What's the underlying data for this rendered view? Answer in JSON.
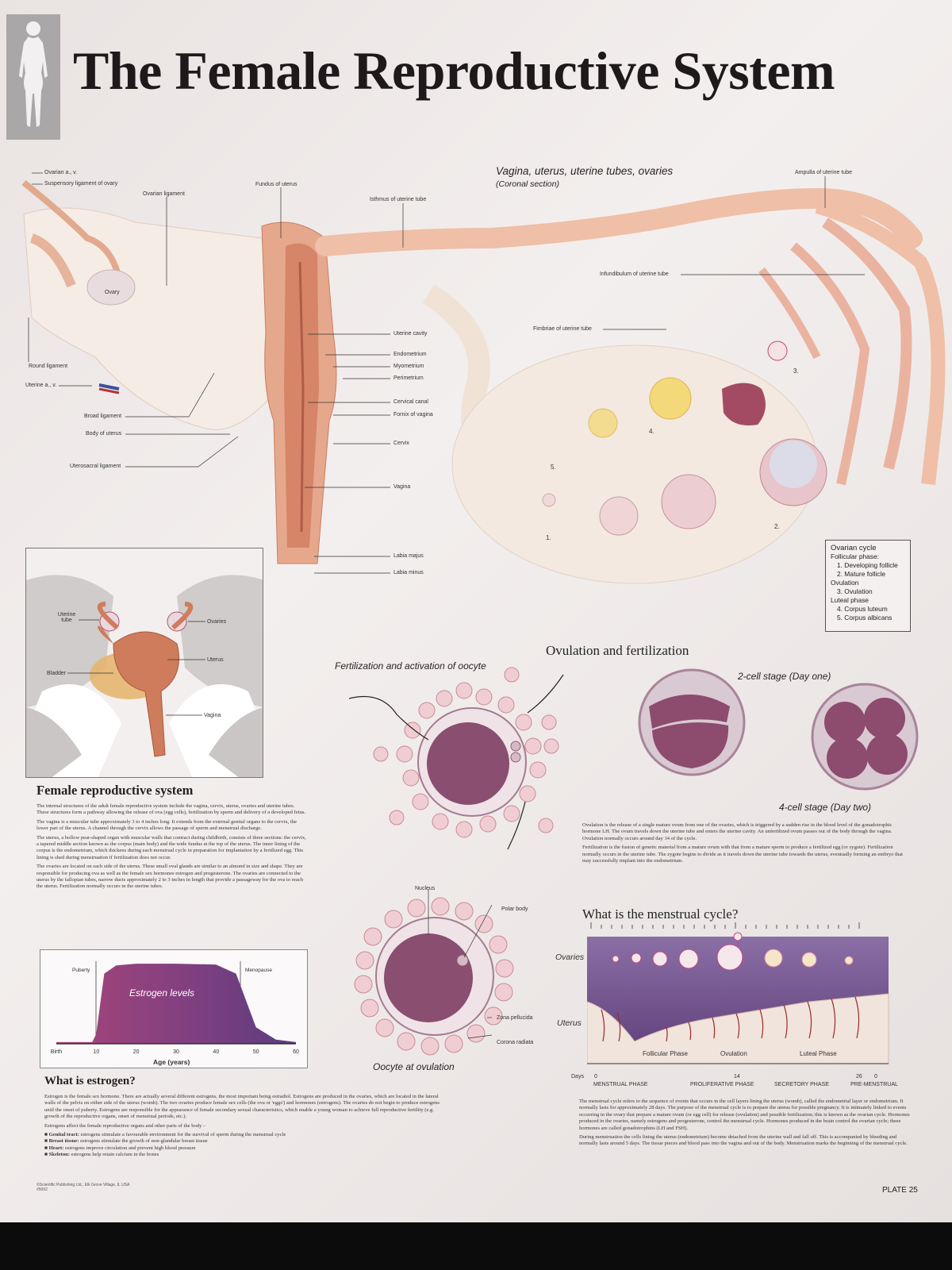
{
  "title": "The Female Reproductive System",
  "icons": {
    "figure": "female-silhouette-icon"
  },
  "main_diagram": {
    "caption": "Vagina, uterus, uterine tubes, ovaries",
    "subcaption": "(Coronal section)",
    "labels": {
      "ovarian_av": "Ovarian a., v.",
      "suspensory": "Suspensory ligament of ovary",
      "ovarian_lig": "Ovarian ligament",
      "fundus": "Fundus of uterus",
      "isthmus": "Isthmus of uterine tube",
      "ampulla": "Ampulla of uterine tube",
      "infundibulum": "Infundibulum of uterine tube",
      "fimbriae": "Fimbriae of uterine tube",
      "ovary": "Ovary",
      "round_lig": "Round ligament",
      "uterine_av": "Uterine a., v.",
      "broad_lig": "Broad ligament",
      "body_uterus": "Body of uterus",
      "uterosacral": "Uterosacral ligament",
      "uterine_cavity": "Uterine cavity",
      "endometrium": "Endometrium",
      "myometrium": "Myometrium",
      "perimetrium": "Perimetrium",
      "cervical_canal": "Cervical canal",
      "fornix": "Fornix of vagina",
      "cervix": "Cervix",
      "vagina": "Vagina",
      "labia_majus": "Labia majus",
      "labia_minus": "Labia minus"
    },
    "stage_numbers": [
      "1.",
      "2.",
      "3.",
      "4.",
      "5."
    ]
  },
  "ovarian_cycle": {
    "title": "Ovarian cycle",
    "follicular": "Follicular phase:",
    "f1": "1. Developing follicle",
    "f2": "2. Mature follicle",
    "ovulation": "Ovulation",
    "o3": "3. Ovulation",
    "luteal": "Luteal phase",
    "l4": "4. Corpus luteum",
    "l5": "5. Corpus albicans"
  },
  "pelvis": {
    "uterine_tube": "Uterine tube",
    "ovaries": "Ovaries",
    "uterus": "Uterus",
    "bladder": "Bladder",
    "vagina": "Vagina"
  },
  "female_system": {
    "heading": "Female reproductive system",
    "p1": "The internal structures of the adult female reproductive system include the vagina, cervix, uterus, ovaries and uterine tubes. These structures form a pathway allowing the release of ova (egg cells), fertilization by sperm and delivery of a developed fetus.",
    "p2": "The vagina is a muscular tube approximately 3 to 4 inches long. It extends from the external genital organs to the cervix, the lower part of the uterus. A channel through the cervix allows the passage of sperm and menstrual discharge.",
    "p3": "The uterus, a hollow pear-shaped organ with muscular walls that contract during childbirth, consists of three sections: the cervix, a tapered middle section known as the corpus (main body) and the wide fundus at the top of the uterus. The inner lining of the corpus is the endometrium, which thickens during each menstrual cycle in preparation for implantation by a fertilized egg. This lining is shed during menstruation if fertilization does not occur.",
    "p4": "The ovaries are located on each side of the uterus. These small oval glands are similar to an almond in size and shape. They are responsible for producing ova as well as the female sex hormones estrogen and progesterone. The ovaries are connected to the uterus by the fallopian tubes, narrow ducts approximately 2 to 3 inches in length that provide a passageway for the ova to reach the uterus. Fertilization normally occurs in the uterine tubes."
  },
  "estrogen_chart": {
    "label": "Estrogen levels",
    "puberty": "Puberty",
    "menopause": "Menopause",
    "xlabel": "Age (years)",
    "ticks": [
      "Birth",
      "10",
      "20",
      "30",
      "40",
      "50",
      "60"
    ]
  },
  "chart_data": {
    "type": "area",
    "x": [
      0,
      9,
      10,
      12,
      15,
      20,
      30,
      40,
      45,
      50,
      55,
      60
    ],
    "series": [
      {
        "values": [
          0.02,
          0.02,
          0.12,
          0.85,
          0.95,
          0.97,
          0.97,
          0.96,
          0.85,
          0.2,
          0.05,
          0.02
        ]
      }
    ],
    "xlabel": "Age (years)",
    "xlim": [
      0,
      60
    ],
    "ylim": [
      0,
      1
    ],
    "annotations": [
      "Puberty",
      "Menopause",
      "Estrogen levels"
    ]
  },
  "estrogen": {
    "heading": "What is estrogen?",
    "p1": "Estrogen is the female sex hormone. There are actually several different estrogens, the most important being estradiol. Estrogens are produced in the ovaries, which are located in the lateral walls of the pelvis on either side of the uterus (womb). The two ovaries produce female sex cells (the ova or 'eggs') and hormones (estrogens). The ovaries do not begin to produce estrogens until the onset of puberty. Estrogens are responsible for the appearance of female secondary sexual characteristics, which enable a young woman to achieve full reproductive fertility (e.g. growth of the reproductive organs, onset of menstrual periods, etc.).",
    "p2": "Estrogens affect the female reproductive organs and other parts of the body –",
    "b1k": "Genital tract:",
    "b1": "estrogens stimulate a favourable environment for the survival of sperm during the menstrual cycle",
    "b2k": "Breast tissue:",
    "b2": "estrogens stimulate the growth of non-glandular breast tissue",
    "b3k": "Heart:",
    "b3": "estrogens improve circulation and prevent high blood pressure",
    "b4k": "Skeleton:",
    "b4": "estrogens help retain calcium in the bones"
  },
  "fertilization": {
    "heading": "Ovulation and fertilization",
    "cap_activation": "Fertilization and activation of oocyte",
    "cap_2cell": "2-cell stage (Day one)",
    "cap_4cell": "4-cell stage (Day two)",
    "p1": "Ovulation is the release of a single mature ovum from one of the ovaries, which is triggered by a sudden rise in the blood level of the gonadotrophic hormone LH. The ovum travels down the uterine tube and enters the uterine cavity. An unfertilized ovum passes out of the body through the vagina. Ovulation normally occurs around day 14 of the cycle.",
    "p2": "Fertilization is the fusion of genetic material from a mature ovum with that from a mature sperm to produce a fertilized egg (or zygote). Fertilization normally occurs in the uterine tube. The zygote begins to divide as it travels down the uterine tube towards the uterus, eventually forming an embryo that may successfully implant into the endometrium."
  },
  "oocyte": {
    "caption": "Oocyte at ovulation",
    "nucleus": "Nucleus",
    "polar_body": "Polar body",
    "zona": "Zona pellucida",
    "corona": "Corona radiata"
  },
  "menstrual": {
    "heading": "What is the menstrual cycle?",
    "ovaries": "Ovaries",
    "uterus": "Uterus",
    "follicular": "Follicular Phase",
    "ovulation": "Ovulation",
    "luteal": "Luteal Phase",
    "days": "Days",
    "d0": "0",
    "d14": "14",
    "d26": "26",
    "d0b": "0",
    "ph_menstrual": "MENSTRUAL PHASE",
    "ph_prolif": "PROLIFERATIVE PHASE",
    "ph_secretory": "SECRETORY PHASE",
    "ph_pre": "PRE-MENSTRUAL",
    "p1": "The menstrual cycle refers to the sequence of events that occurs in the cell layers lining the uterus (womb), called the endometrial layer or endometrium. It normally lasts for approximately 28 days. The purpose of the menstrual cycle is to prepare the uterus for possible pregnancy. It is intimately linked to events occurring in the ovary that prepare a mature ovum (or egg cell) for release (ovulation) and possible fertilization; this is known as the ovarian cycle. Hormones produced in the ovaries, namely estrogens and progesterone, control the menstrual cycle. Hormones produced in the brain control the ovarian cycle; these hormones are called gonadotrophins (LH and FSH).",
    "p2": "During menstruation the cells lining the uterus (endometrium) become detached from the uterine wall and fall off. This is accompanied by bleeding and normally lasts around 5 days. The tissue pieces and blood pass into the vagina and out of the body. Menstruation marks the beginning of the menstrual cycle."
  },
  "footer": {
    "plate": "PLATE 25",
    "copyright": "©Scientific Publishing Ltd., Elk Grove Village, IL USA",
    "code": "#5002"
  },
  "colors": {
    "tissue": "#e9b99b",
    "uterus": "#d98a6a",
    "ovary": "#f1e6dc",
    "cell": "#8e4c6c",
    "purple": "#6d3f7a"
  }
}
